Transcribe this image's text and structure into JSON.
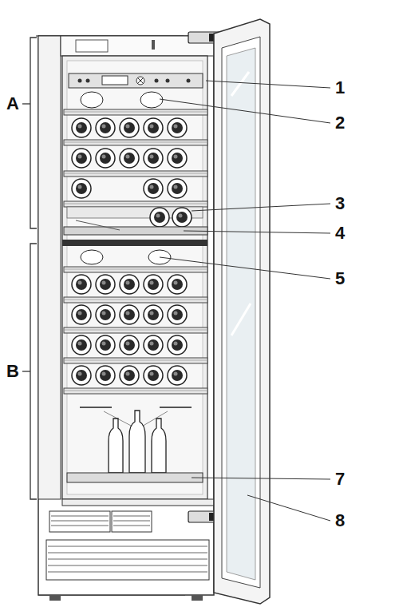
{
  "diagram": {
    "labels": [
      "1",
      "2",
      "A",
      "3",
      "4",
      "5",
      "B",
      "7",
      "8"
    ]
  }
}
